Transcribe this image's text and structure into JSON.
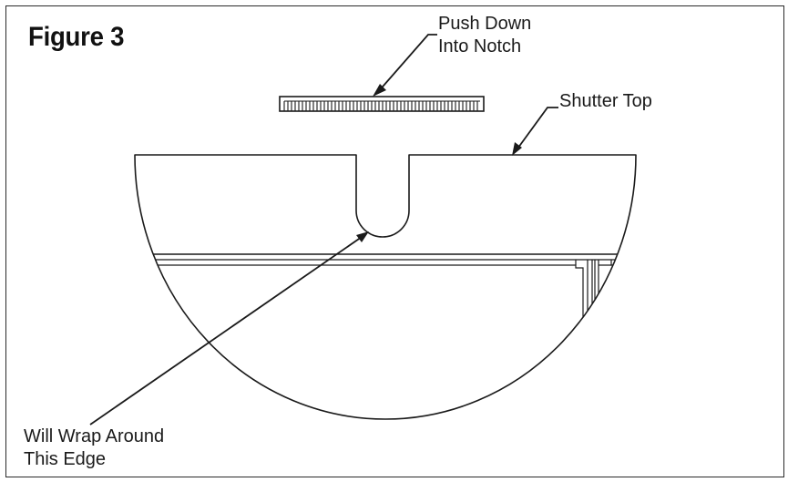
{
  "figure": {
    "title": "Figure 3"
  },
  "callouts": {
    "push_down": [
      "Push Down",
      "Into Notch"
    ],
    "shutter_top": "Shutter Top",
    "wrap_edge": [
      "Will Wrap Around",
      "This Edge"
    ]
  },
  "colors": {
    "ink": "#1a1a1a",
    "background": "#ffffff"
  }
}
